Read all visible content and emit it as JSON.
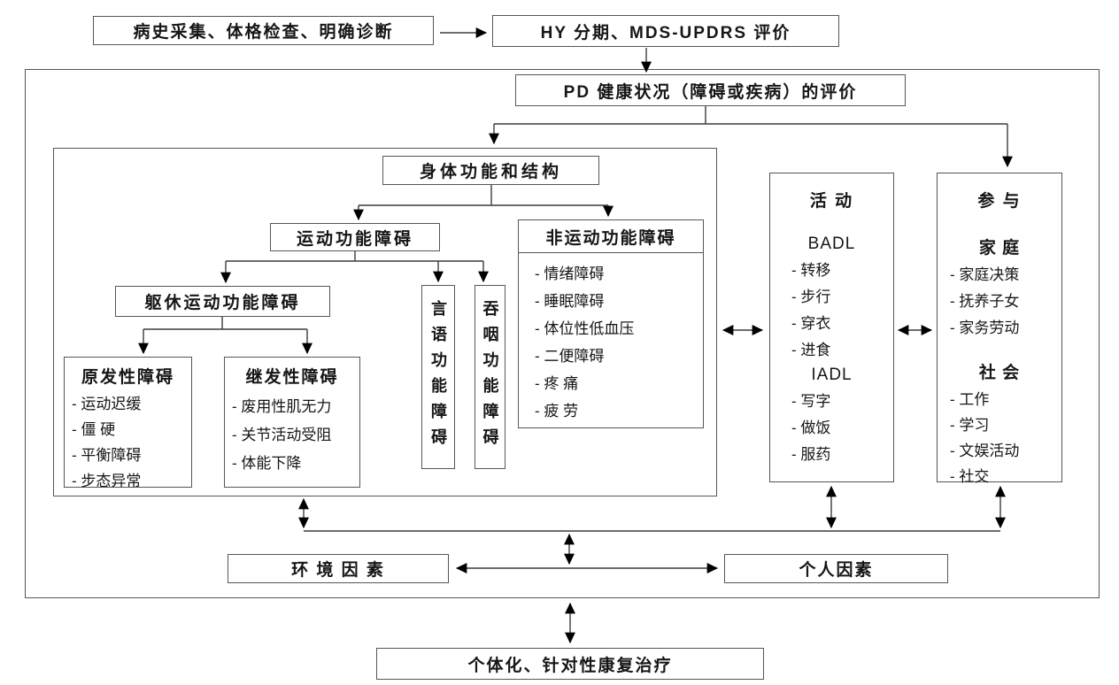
{
  "diagram": {
    "history_box": "病史采集、体格检查、明确诊断",
    "hy_box": "HY 分期、MDS-UPDRS 评价",
    "pd_box": "PD 健康状况（障碍或疾病）的评价",
    "body_structure_box": "身体功能和结构",
    "motor_box": "运动功能障碍",
    "trunk_motor_box": "躯休运动功能障碍",
    "primary": {
      "title": "原发性障碍",
      "items": [
        "- 运动迟缓",
        "- 僵 硬",
        "- 平衡障碍",
        "- 步态异常"
      ]
    },
    "secondary": {
      "title": "继发性障碍",
      "items": [
        "- 废用性肌无力",
        "- 关节活动受阻",
        "- 体能下降"
      ]
    },
    "speech_box": "言语功能障碍",
    "swallow_box": "吞咽功能障碍",
    "nonmotor": {
      "title": "非运动功能障碍",
      "items": [
        "- 情绪障碍",
        "- 睡眠障碍",
        "- 体位性低血压",
        "- 二便障碍",
        "- 疼 痛",
        "- 疲 劳"
      ]
    },
    "activity": {
      "title": "活 动",
      "badl_label": "BADL",
      "badl_items": [
        "- 转移",
        "- 步行",
        "- 穿衣",
        "- 进食"
      ],
      "iadl_label": "IADL",
      "iadl_items": [
        "- 写字",
        "- 做饭",
        "- 服药"
      ]
    },
    "participation": {
      "title": "参 与",
      "family_label": "家 庭",
      "family_items": [
        "- 家庭决策",
        "- 抚养子女",
        "- 家务劳动"
      ],
      "society_label": "社 会",
      "society_items": [
        "- 工作",
        "- 学习",
        "- 文娱活动",
        "- 社交"
      ]
    },
    "environment_box": "环 境 因 素",
    "personal_box": "个人因素",
    "treatment_box": "个体化、针对性康复治疗"
  }
}
